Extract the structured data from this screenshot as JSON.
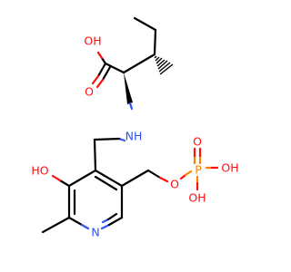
{
  "colors": {
    "carbon": "#000000",
    "oxygen": "#ff0d0d",
    "nitrogen": "#3050f8",
    "phosphorus": "#ff8000",
    "background": "#ffffff"
  },
  "labels": {
    "carboxyl_oh": "OH",
    "carbonyl_o": "O",
    "amine_nh": "NH",
    "ring_hydroxyl_ho": "HO",
    "ring_n": "N",
    "ester_o": "O",
    "phosphoryl_o": "O",
    "phosphorus_p": "P",
    "phosphate_oh_right": "OH",
    "phosphate_oh_bottom": "OH"
  }
}
